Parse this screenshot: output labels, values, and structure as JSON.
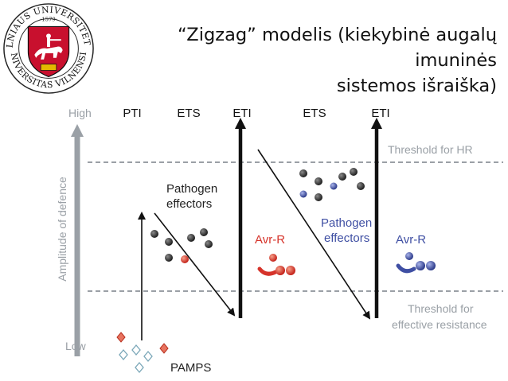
{
  "slide": {
    "title_line1": "“Zigzag” modelis (kiekybinė augalų imuninės",
    "title_line2": "sistemos  išraiška)"
  },
  "seal": {
    "text_top": "VILNIAUS UNIVERSITETAS",
    "text_bottom": "UNIVERSITAS VILNENSIS",
    "year": "·1579·"
  },
  "diagram": {
    "y_axis_label": "Amplitude of defence",
    "y_high": "High",
    "y_low": "Low",
    "phases": [
      "PTI",
      "ETS",
      "ETI",
      "ETS",
      "ETI"
    ],
    "threshold_hr": "Threshold for HR",
    "threshold_resistance_line1": "Threshold for",
    "threshold_resistance_line2": "effective resistance",
    "effectors1_line1": "Pathogen",
    "effectors1_line2": "effectors",
    "effectors2_line1": "Pathogen",
    "effectors2_line2": "effectors",
    "avr_r_1": "Avr-R",
    "avr_r_2": "Avr-R",
    "pamps": "PAMPS",
    "colors": {
      "axis_gray": "#9aa0a6",
      "threshold_gray": "#7a8088",
      "red": "#d6332a",
      "blue": "#3f4fa3",
      "dark": "#3a3a3a",
      "seal_red": "#c8102e"
    }
  }
}
